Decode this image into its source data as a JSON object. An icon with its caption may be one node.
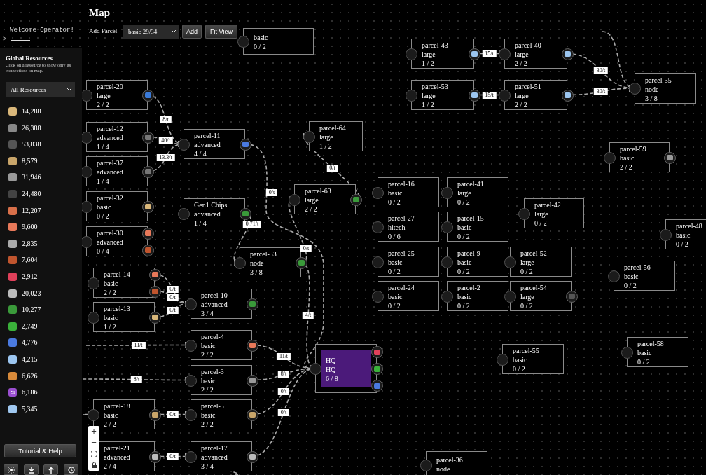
{
  "diagram": {
    "title": "Map",
    "nodes": [
      {
        "text": [
          "basic",
          "0 / 2"
        ]
      },
      {
        "text": [
          "parcel-20",
          "large",
          "2 / 2"
        ]
      },
      {
        "text": [
          "parcel-12",
          "advanced",
          "1 / 4"
        ]
      },
      {
        "text": [
          "parcel-37",
          "advanced",
          "1 / 4"
        ]
      },
      {
        "text": [
          "parcel-32",
          "basic",
          "0 / 2"
        ]
      },
      {
        "text": [
          "parcel-30",
          "advanced",
          "0 / 4"
        ]
      },
      {
        "text": [
          "parcel-11",
          "advanced",
          "4 / 4"
        ]
      },
      {
        "text": [
          "Gen1 Chips",
          "advanced",
          "1 / 4"
        ]
      },
      {
        "text": [
          "parcel-64",
          "large",
          "1 / 2"
        ]
      },
      {
        "text": [
          "parcel-43",
          "large",
          "1 / 2"
        ]
      },
      {
        "text": [
          "parcel-40",
          "large",
          "2 / 2"
        ]
      },
      {
        "text": [
          "parcel-53",
          "large",
          "1 / 2"
        ]
      },
      {
        "text": [
          "parcel-51",
          "large",
          "2 / 2"
        ]
      },
      {
        "text": [
          "parcel-35",
          "node",
          "3 / 8"
        ]
      },
      {
        "text": [
          "parcel-59",
          "basic",
          "2 / 2"
        ]
      },
      {
        "text": [
          "parcel-63",
          "large",
          "2 / 2"
        ]
      },
      {
        "text": [
          "parcel-16",
          "basic",
          "0 / 2"
        ]
      },
      {
        "text": [
          "parcel-41",
          "large",
          "0 / 2"
        ]
      },
      {
        "text": [
          "parcel-42",
          "large",
          "0 / 2"
        ]
      },
      {
        "text": [
          "parcel-27",
          "hitech",
          "0 / 6"
        ]
      },
      {
        "text": [
          "parcel-15",
          "basic",
          "0 / 2"
        ]
      },
      {
        "text": [
          "parcel-48",
          "basic",
          "0 / 2"
        ]
      },
      {
        "text": [
          "parcel-33",
          "node",
          "3 / 8"
        ]
      },
      {
        "text": [
          "parcel-25",
          "basic",
          "0 / 2"
        ]
      },
      {
        "text": [
          "parcel-9",
          "basic",
          "0 / 2"
        ]
      },
      {
        "text": [
          "parcel-52",
          "large",
          "0 / 2"
        ]
      },
      {
        "text": [
          "parcel-56",
          "basic",
          "0 / 2"
        ]
      },
      {
        "text": [
          "parcel-14",
          "basic",
          "2 / 2"
        ]
      },
      {
        "text": [
          "parcel-13",
          "basic",
          "1 / 2"
        ]
      },
      {
        "text": [
          "parcel-10",
          "advanced",
          "3 / 4"
        ]
      },
      {
        "text": [
          "parcel-24",
          "basic",
          "0 / 2"
        ]
      },
      {
        "text": [
          "parcel-2",
          "basic",
          "0 / 2"
        ]
      },
      {
        "text": [
          "parcel-54",
          "large",
          "0 / 2"
        ]
      },
      {
        "text": [
          "parcel-4",
          "basic",
          "2 / 2"
        ]
      },
      {
        "text": [
          "HQ",
          "HQ",
          "6 / 8"
        ]
      },
      {
        "text": [
          "parcel-55",
          "basic",
          "0 / 2"
        ]
      },
      {
        "text": [
          "parcel-58",
          "basic",
          "0 / 2"
        ]
      },
      {
        "text": [
          "parcel-3",
          "basic",
          "2 / 2"
        ]
      },
      {
        "text": [
          "parcel-18",
          "basic",
          "2 / 2"
        ]
      },
      {
        "text": [
          "parcel-5",
          "basic",
          "2 / 2"
        ]
      },
      {
        "text": [
          "parcel-21",
          "advanced",
          "2 / 4"
        ]
      },
      {
        "text": [
          "parcel-17",
          "advanced",
          "3 / 4"
        ]
      },
      {
        "text": [
          "parcel-36",
          "node"
        ]
      }
    ],
    "edges": [
      {
        "from": 1,
        "to": 6,
        "arrow": "to",
        "style": "dashed",
        "label": "8/t"
      },
      {
        "from": 2,
        "to": 6,
        "arrow": "to",
        "style": "dashed",
        "label": "40/t"
      },
      {
        "from": 3,
        "to": 6,
        "arrow": "to",
        "style": "dashed",
        "label": "13.3/t"
      },
      {
        "from": 6,
        "to": 34,
        "arrow": "to",
        "style": "dashed",
        "label": "0/t"
      },
      {
        "from": 7,
        "to": 22,
        "arrow": "to",
        "style": "dashed",
        "label": "0.71/t"
      },
      {
        "from": 22,
        "to": 15,
        "arrow": "to",
        "style": "dashed",
        "label": "0/t"
      },
      {
        "from": 15,
        "to": 8,
        "arrow": "to",
        "style": "dashed",
        "label": "0/t"
      },
      {
        "from": 22,
        "to": 34,
        "arrow": "to",
        "style": "dashed",
        "label": "4/t"
      },
      {
        "from": 27,
        "to": 29,
        "arrow": "to",
        "style": "dashed",
        "label": "0/t"
      },
      {
        "from": 27,
        "to": 29,
        "arrow": "to",
        "style": "dashed",
        "label": "0/t"
      },
      {
        "from": 28,
        "to": 29,
        "arrow": "to",
        "style": "dashed",
        "label": "0/t"
      },
      {
        "from": null,
        "to": 33,
        "arrow": "to",
        "style": "dashed",
        "label": "11/t"
      },
      {
        "from": null,
        "to": 37,
        "arrow": "to",
        "style": "dashed",
        "label": "8/t"
      },
      {
        "from": 33,
        "to": 34,
        "arrow": "to",
        "style": "dashed",
        "label": "11/t"
      },
      {
        "from": 37,
        "to": 34,
        "arrow": "to",
        "style": "dashed",
        "label": "8/t"
      },
      {
        "from": 38,
        "to": 39,
        "arrow": "to",
        "style": "dashed",
        "label": "0/t"
      },
      {
        "from": 39,
        "to": 34,
        "arrow": "to",
        "style": "dashed",
        "label": "0/t"
      },
      {
        "from": 41,
        "to": 34,
        "arrow": "to",
        "style": "dashed",
        "label": "0/t"
      },
      {
        "from": 40,
        "to": 41,
        "arrow": "to",
        "style": "dashed",
        "label": "0/t"
      },
      {
        "from": null,
        "to": 38,
        "arrow": "to",
        "style": "dashed"
      },
      {
        "from": null,
        "to": 41,
        "arrow": "to",
        "style": "dashed"
      },
      {
        "from": 9,
        "to": 10,
        "arrow": "to",
        "style": "dashed",
        "label": "15/t"
      },
      {
        "from": 11,
        "to": 12,
        "arrow": "to",
        "style": "dashed",
        "label": "15/t"
      },
      {
        "from": 10,
        "to": 13,
        "arrow": "to",
        "style": "dashed",
        "label": "30/t"
      },
      {
        "from": 12,
        "to": 13,
        "arrow": "to",
        "style": "dashed",
        "label": "30/t"
      },
      {
        "from": null,
        "to": 13,
        "arrow": "to",
        "style": "dashed"
      }
    ],
    "labels": [
      "Welcome Operator!",
      ">",
      "Global Resources",
      "Click on a resource to show only its connections on map.",
      "All Resources",
      "14,288",
      "26,388",
      "53,838",
      "8,579",
      "31,946",
      "24,480",
      "12,207",
      "9,600",
      "2,835",
      "7,604",
      "2,912",
      "20,023",
      "10,277",
      "2,749",
      "4,776",
      "4,215",
      "6,626",
      "Si",
      "6,186",
      "5,345",
      "Tutorial & Help",
      "Add Parcel:",
      "basic 29/34",
      "Add",
      "Fit View",
      "+",
      "−"
    ]
  }
}
